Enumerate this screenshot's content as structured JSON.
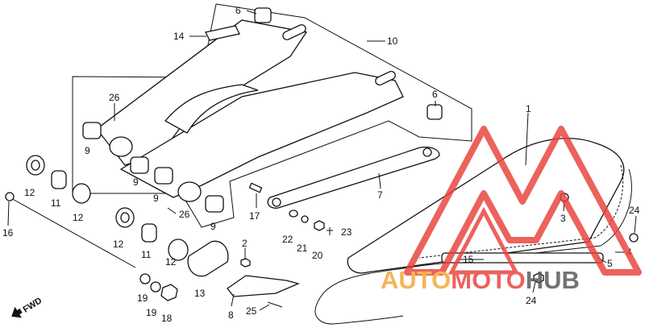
{
  "callouts": {
    "c1": "1",
    "c2": "2",
    "c3": "3",
    "c4": "4",
    "c5": "5",
    "c6a": "6",
    "c6b": "6",
    "c7": "7",
    "c8": "8",
    "c9a": "9",
    "c9b": "9",
    "c9c": "9",
    "c9d": "9",
    "c10": "10",
    "c11a": "11",
    "c11b": "11",
    "c12a": "12",
    "c12b": "12",
    "c12c": "12",
    "c12d": "12",
    "c13": "13",
    "c14": "14",
    "c15": "15",
    "c16": "16",
    "c17": "17",
    "c18": "18",
    "c19a": "19",
    "c19b": "19",
    "c20": "20",
    "c21": "21",
    "c22": "22",
    "c23": "23",
    "c24a": "24",
    "c24b": "24",
    "c25": "25",
    "c26a": "26",
    "c26b": "26"
  },
  "fwd_label": "FWD",
  "watermark": {
    "part1": "AUTO",
    "part2": "MOTO",
    "part3": "HUB",
    "color_red": "#e8403a",
    "color_orange": "#f3a531",
    "color_gray": "#555555"
  }
}
